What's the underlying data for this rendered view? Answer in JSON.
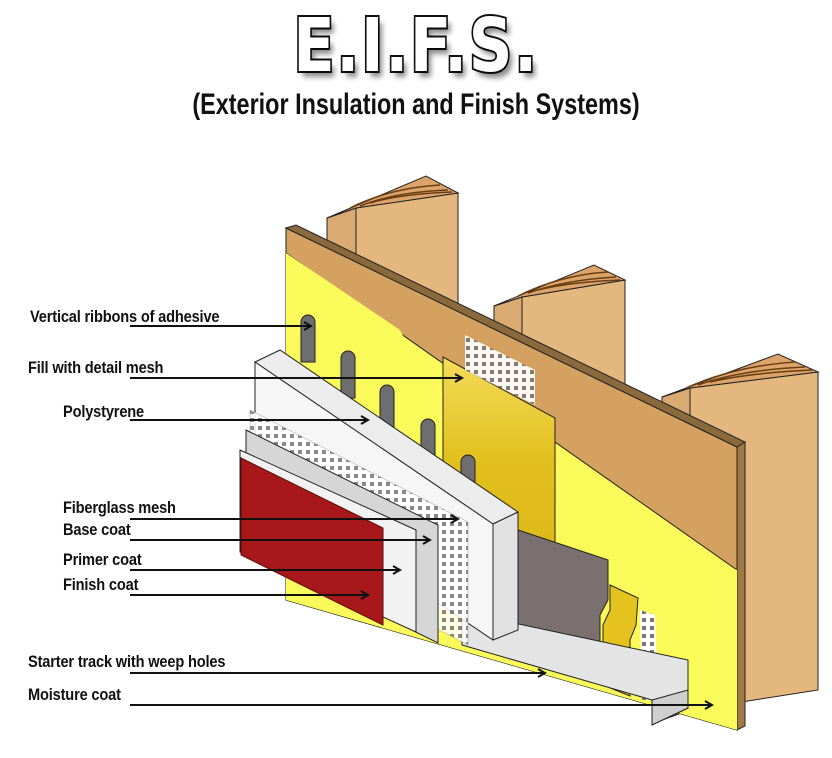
{
  "title": "E.I.F.S.",
  "subtitle": "(Exterior Insulation and Finish Systems)",
  "labels": [
    {
      "id": "adhesive",
      "text": "Vertical ribbons of adhesive"
    },
    {
      "id": "detail-mesh",
      "text": "Fill with detail mesh"
    },
    {
      "id": "polystyrene",
      "text": "Polystyrene"
    },
    {
      "id": "fiberglass-mesh",
      "text": "Fiberglass mesh"
    },
    {
      "id": "base-coat",
      "text": "Base coat"
    },
    {
      "id": "primer-coat",
      "text": "Primer coat"
    },
    {
      "id": "finish-coat",
      "text": "Finish coat"
    },
    {
      "id": "starter-track",
      "text": "Starter track with weep holes"
    },
    {
      "id": "moisture-coat",
      "text": "Moisture coat"
    }
  ],
  "colors": {
    "stud_face": "#e2b47c",
    "stud_grain": "#6b3e12",
    "sheathing": "#d4a160",
    "sheathing_edge": "#8a6a3c",
    "moisture_coat": "#fafa5a",
    "detail_mesh_fill": "#e6c21e",
    "adhesive_ribbon": "#6e6e6e",
    "polystyrene": "#f4f4f4",
    "base_coat": "#d6d6d6",
    "primer": "#f2f2f2",
    "finish_coat": "#a8181a",
    "gray_panel": "#7a7070",
    "starter_track": "#e4e4e4"
  }
}
